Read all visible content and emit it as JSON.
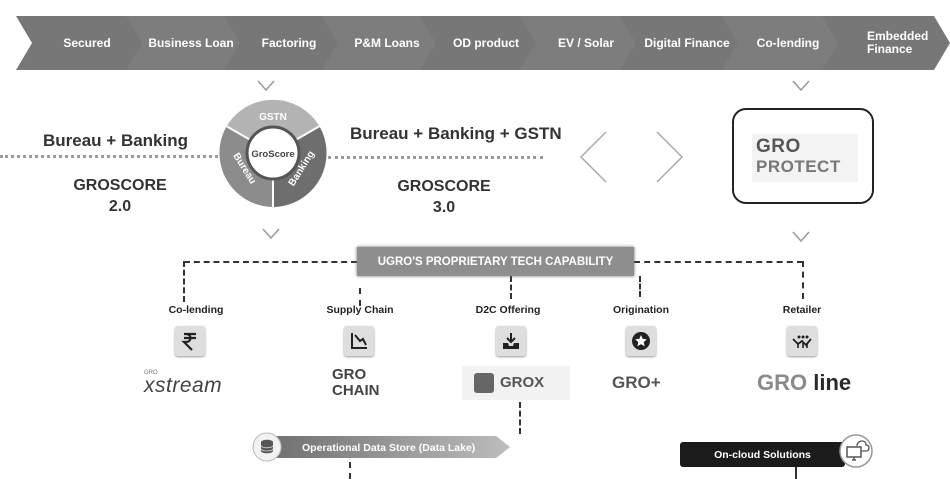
{
  "ribbon": {
    "items": [
      {
        "label": "Secured"
      },
      {
        "label": "Business Loan"
      },
      {
        "label": "Factoring"
      },
      {
        "label": "P&M Loans"
      },
      {
        "label": "OD product"
      },
      {
        "label": "EV / Solar"
      },
      {
        "label": "Digital Finance"
      },
      {
        "label": "Co-lending"
      },
      {
        "label": "Embedded Finance"
      }
    ]
  },
  "left": {
    "heading": "Bureau + Banking",
    "score_name": "GROSCORE",
    "score_version": "2.0"
  },
  "middle": {
    "heading": "Bureau + Banking + GSTN",
    "score_name": "GROSCORE",
    "score_version": "3.0"
  },
  "donut": {
    "segments": [
      {
        "label": "GSTN",
        "color": "#b3b3b3"
      },
      {
        "label": "Banking",
        "color": "#6e6e6e"
      },
      {
        "label": "Bureau",
        "color": "#8c8c8c"
      }
    ],
    "center_label": "GroScore"
  },
  "protect_logo": {
    "line1": "GRO",
    "line2": "PROTECT"
  },
  "capability": {
    "label": "UGRO'S PROPRIETARY TECH CAPABILITY"
  },
  "products": [
    {
      "label": "Co-lending",
      "icon": "rupee-icon",
      "logo": "xstream",
      "logo_prefix": "GRO"
    },
    {
      "label": "Supply Chain",
      "icon": "chart-down-icon",
      "logo_line1": "GRO",
      "logo_line2": "CHAIN"
    },
    {
      "label": "D2C Offering",
      "icon": "download-tray-icon",
      "logo": "GROX"
    },
    {
      "label": "Origination",
      "icon": "star-circle-icon",
      "logo": "GRO+"
    },
    {
      "label": "Retailer",
      "icon": "people-chart-icon",
      "logo_part1": "GRO",
      "logo_part2": "line"
    }
  ],
  "bottom": {
    "data_store": "Operational Data Store (Data Lake)",
    "cloud": "On-cloud Solutions"
  },
  "colors": {
    "ribbon": "#7d7d7d",
    "capability_bar": "#8e8e8e",
    "cloud_pill": "#1b1b1b"
  }
}
